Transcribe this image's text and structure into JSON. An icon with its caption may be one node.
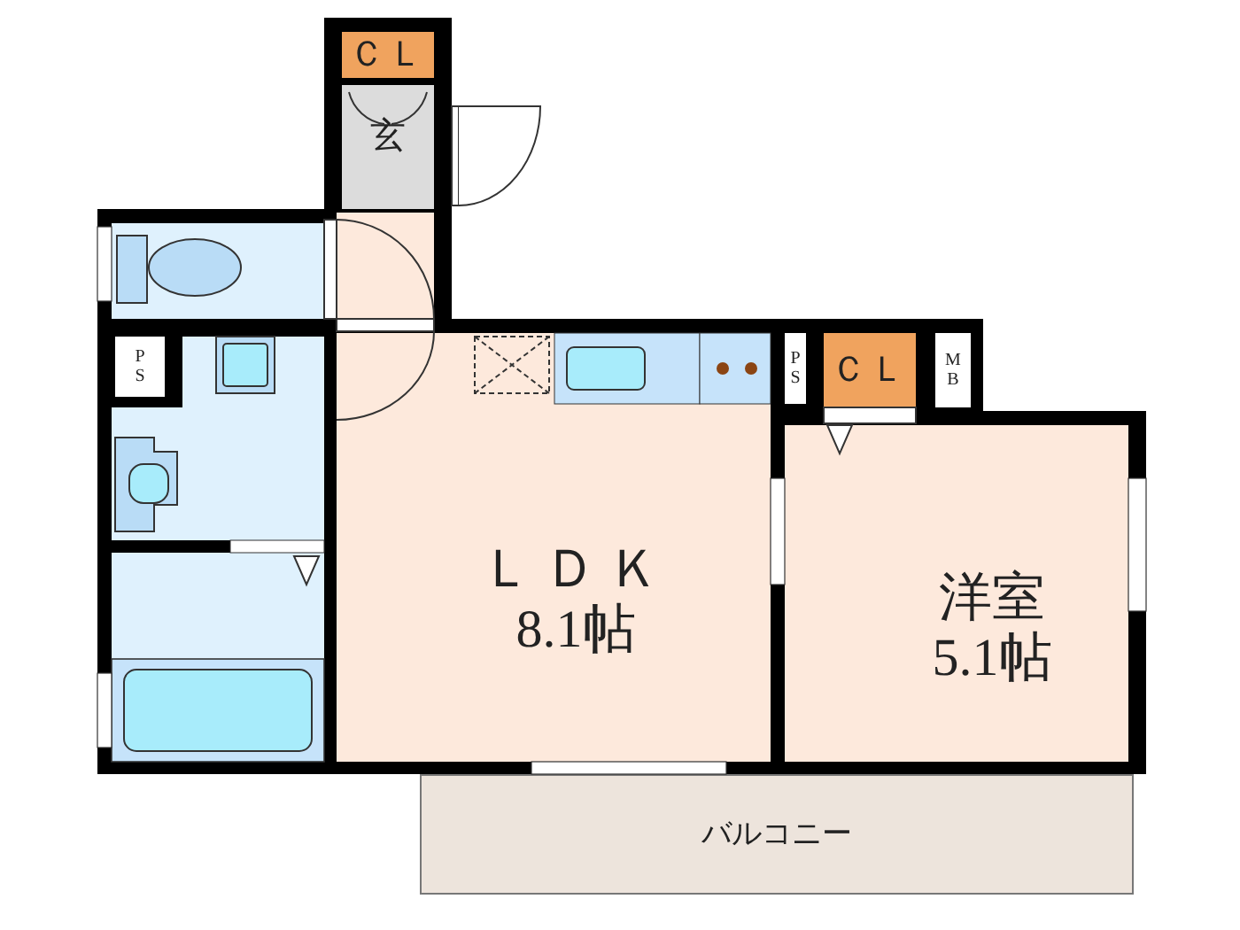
{
  "diagram": {
    "nodes": [
      {
        "text": [
          "ＣＬ"
        ]
      },
      {
        "text": [
          "玄"
        ]
      },
      {
        "text": [
          "PS"
        ]
      },
      {
        "text": [
          "ＬＤＫ",
          "8.1帖"
        ]
      },
      {
        "text": [
          "PS"
        ]
      },
      {
        "text": [
          "ＣＬ"
        ]
      },
      {
        "text": [
          "MB"
        ]
      },
      {
        "text": [
          "洋室",
          "5.1帖"
        ]
      },
      {
        "text": [
          "バルコニー"
        ]
      }
    ]
  }
}
